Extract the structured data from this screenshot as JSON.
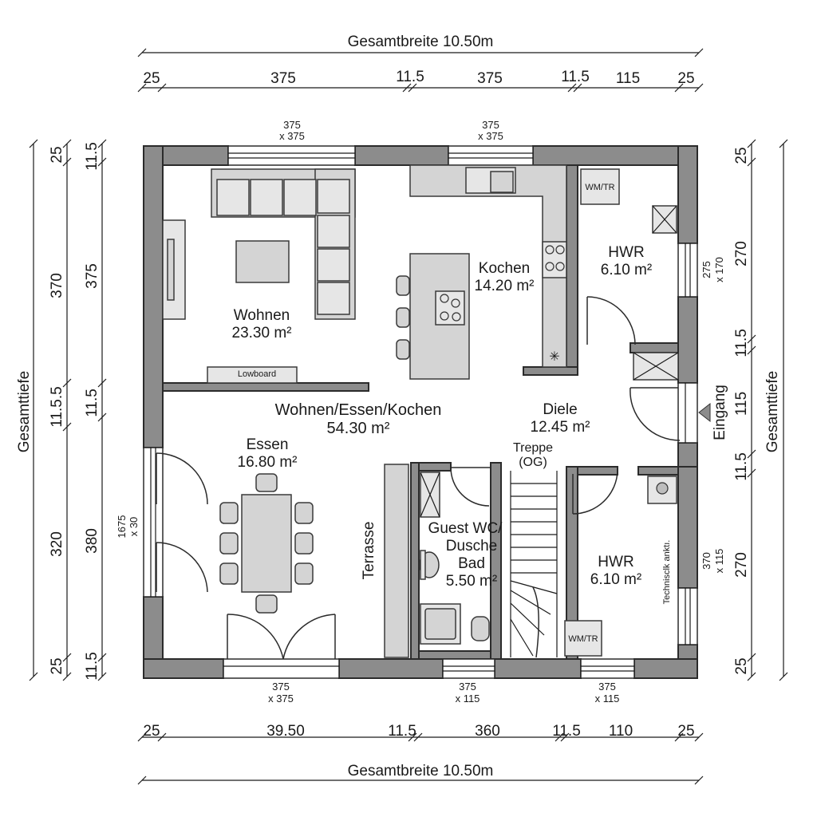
{
  "dimensions": {
    "overall_width_label": "Gesamtbreite 10.50m",
    "overall_depth_label": "Gesamttiefe",
    "top_segments": [
      "25",
      "375",
      "11.5",
      "375",
      "11.5",
      "115",
      "25"
    ],
    "bottom_segments": [
      "25",
      "39.50",
      "11.5",
      "360",
      "11.5",
      "110",
      "25"
    ],
    "left_outer_segments": [
      "25",
      "370",
      "11.5.5",
      "320",
      "25"
    ],
    "left_inner_segments": [
      "11.5",
      "375",
      "11.5",
      "380",
      "11.5"
    ],
    "right_segments": [
      "25",
      "270",
      "11.5",
      "115",
      "11.5",
      "270",
      "25"
    ]
  },
  "windows": {
    "top_left_a": "375",
    "top_left_b": "x 375",
    "top_mid_a": "375",
    "top_mid_b": "x 375",
    "right_hwr_a": "275",
    "right_hwr_b": "x 170",
    "right_lower_a": "370",
    "right_lower_b": "x 115",
    "left_a": "1675",
    "left_b": "x 30",
    "bottom_left_a": "375",
    "bottom_left_b": "x 375",
    "bottom_mid_a": "375",
    "bottom_mid_b": "x 115",
    "bottom_right_a": "375",
    "bottom_right_b": "x 115"
  },
  "rooms": {
    "wohnen_name": "Wohnen",
    "wohnen_area": "23.30 m²",
    "kochen_name": "Kochen",
    "kochen_area": "14.20 m²",
    "hwr_top_name": "HWR",
    "hwr_top_area": "6.10 m²",
    "combined_name": "Wohnen/Essen/Kochen",
    "combined_area": "54.30 m²",
    "diele_name": "Diele",
    "diele_area": "12.45 m²",
    "essen_name": "Essen",
    "essen_area": "16.80 m²",
    "treppe_name": "Treppe",
    "treppe_sub": "(OG)",
    "bad_line1": "Guest WC/",
    "bad_line2": "Dusche",
    "bad_line3": "Bad",
    "bad_area": "5.50 m²",
    "hwr_bottom_name": "HWR",
    "hwr_bottom_area": "6.10 m²",
    "terrasse": "Terrasse",
    "eingang": "Eingang"
  },
  "labels": {
    "lowboard": "Lowboard",
    "wmtr_top": "WM/TR",
    "wmtr_bottom": "WM/TR",
    "technik": "Technisclk anktı."
  }
}
